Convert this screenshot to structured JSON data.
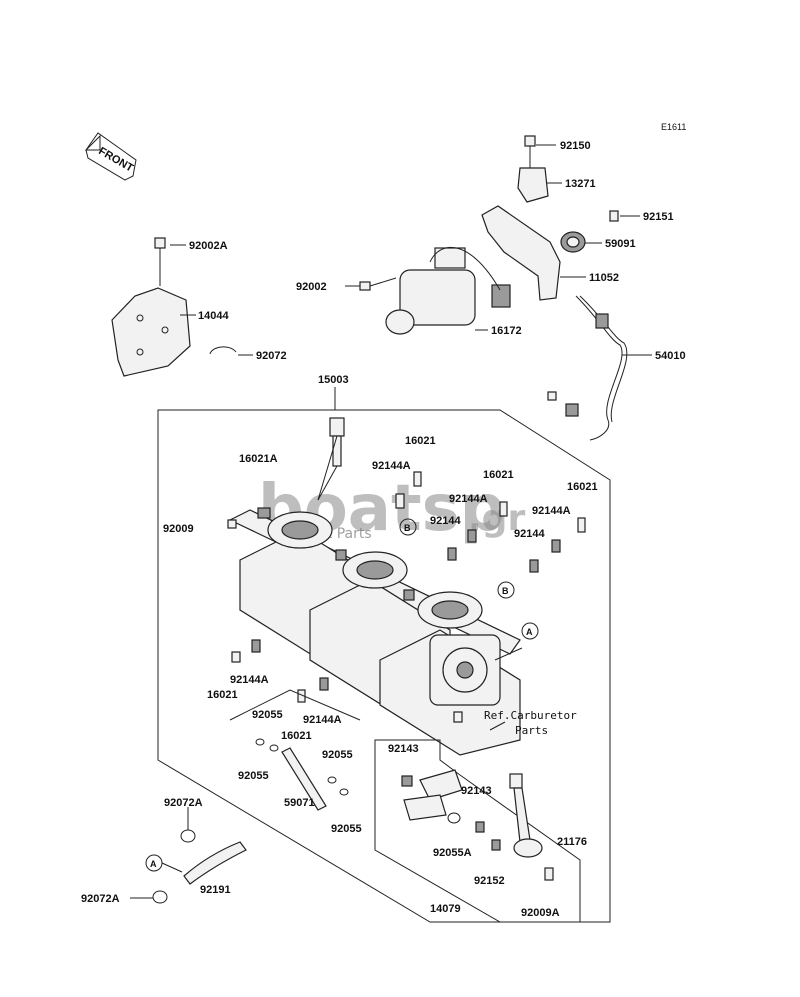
{
  "diagram_code": "E1611",
  "front_label": "FRONT",
  "watermark": {
    "main": "boatsp",
    "suffix": ".gr",
    "sub": "Boat Parts"
  },
  "callout_letters": {
    "a": "A",
    "b": "B"
  },
  "reference_note": {
    "line1": "Ref.Carburetor",
    "line2": "Parts"
  },
  "part_labels": [
    "92150",
    "13271",
    "92151",
    "59091",
    "11052",
    "92002",
    "16172",
    "54010",
    "92002A",
    "14044",
    "92072",
    "15003",
    "16021A",
    "16021",
    "92144A",
    "92009",
    "92144",
    "92055",
    "59071",
    "92143",
    "21176",
    "92055A",
    "92152",
    "92009A",
    "14079",
    "92072A",
    "92191"
  ],
  "colors": {
    "line": "#222222",
    "part_fill": "#f2f2f2",
    "watermark": "#8a8a8a"
  }
}
